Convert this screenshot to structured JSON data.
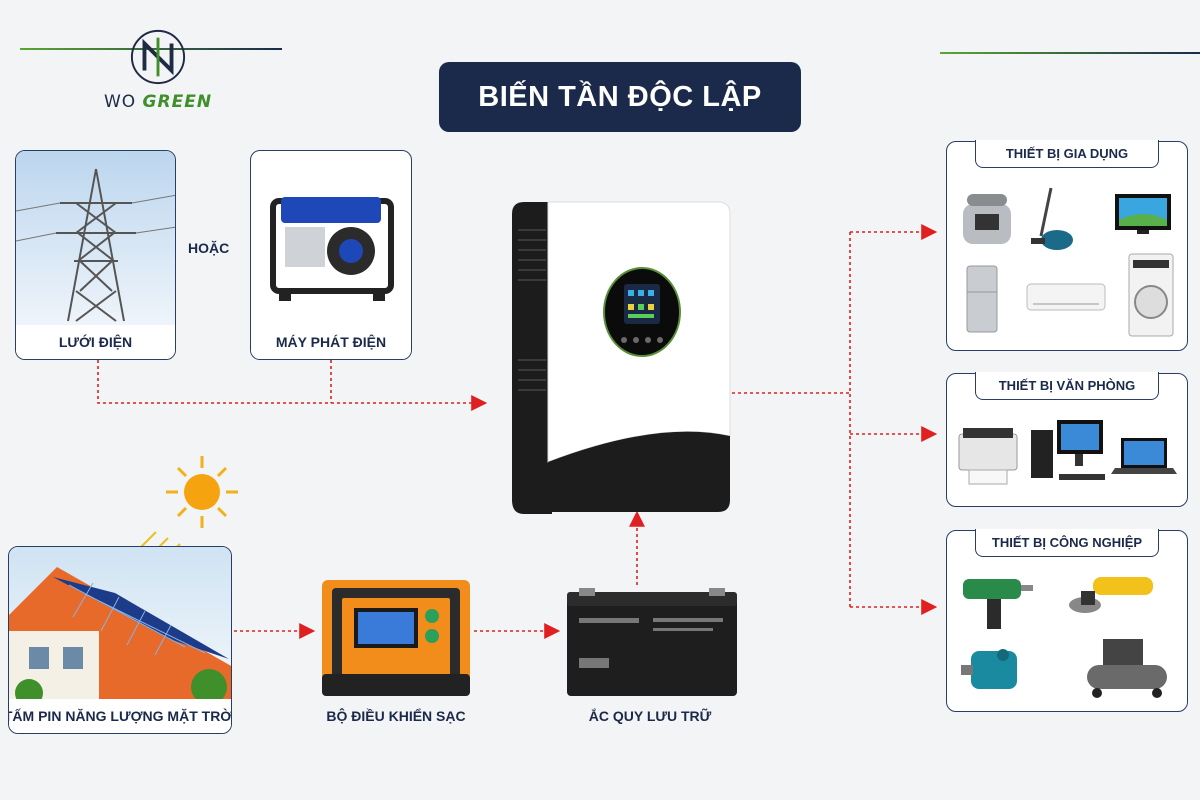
{
  "brand": {
    "part1": "WO",
    "part2": "GREEN"
  },
  "title": "BIẾN TẦN ĐỘC LẬP",
  "sources": {
    "grid_label": "LƯỚI ĐIỆN",
    "or_label": "HOẶC",
    "generator_label": "MÁY PHÁT ĐIỆN",
    "solar_label": "TẤM PIN NĂNG LƯỢNG MẶT TRỜI",
    "controller_label": "BỘ ĐIỀU KHIỂN SẠC",
    "battery_label": "ẮC QUY LƯU TRỮ"
  },
  "loads": {
    "household": "THIẾT BỊ GIA DỤNG",
    "office": "THIẾT BỊ VĂN PHÒNG",
    "industrial": "THIẾT BỊ CÔNG NGHIỆP"
  },
  "colors": {
    "navy": "#1b2a4a",
    "arrow": "#e02020",
    "green": "#3f8f2b",
    "orange": "#f28c1a"
  }
}
